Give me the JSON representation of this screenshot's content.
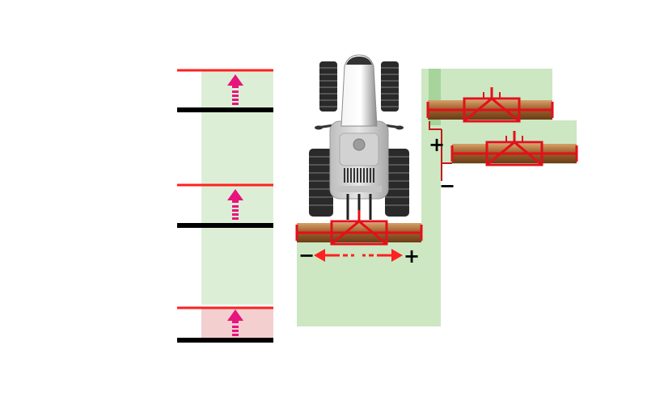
{
  "colors": {
    "field_light": "#dcefd6",
    "field_mid": "#cce7c2",
    "field_dark": "#a6d49a",
    "field_warn": "#f3cfd0",
    "line_red": "#ff2020",
    "line_black": "#000000",
    "arrow_magenta": "#e8147d",
    "implement_red": "#e2101a",
    "roller_brown": "#a0622d",
    "tractor_body": "#dcdcdc",
    "tire": "#2a2a2a"
  },
  "icons": {
    "up_arrow": "up-arrow-icon",
    "width_arrow": "double-arrow-icon",
    "offset_guide": "bracket-icon"
  },
  "labels": {
    "width_minus": "−",
    "width_plus": "+",
    "offset_plus": "+",
    "offset_minus": "−"
  },
  "strips": [
    {
      "name": "strip-top",
      "state": "normal"
    },
    {
      "name": "strip-middle",
      "state": "normal"
    },
    {
      "name": "strip-bottom",
      "state": "warning"
    }
  ]
}
